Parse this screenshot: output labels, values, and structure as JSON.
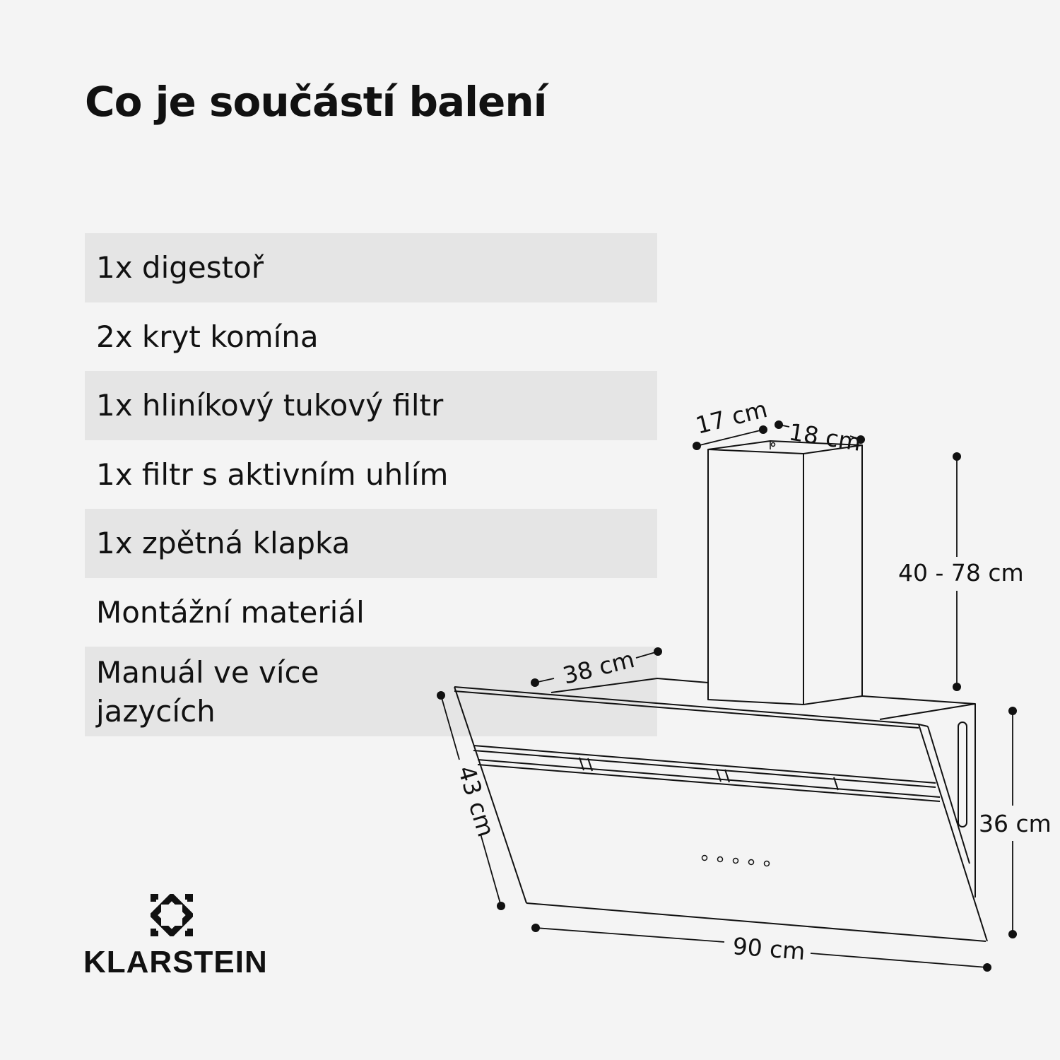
{
  "title": "Co je součástí balení",
  "items": [
    {
      "label": "1x digestoř",
      "shaded": true
    },
    {
      "label": "2x kryt komína",
      "shaded": false
    },
    {
      "label": "1x hliníkový tukový filtr",
      "shaded": true
    },
    {
      "label": "1x filtr s aktivním uhlím",
      "shaded": false
    },
    {
      "label": "1x zpětná klapka",
      "shaded": true
    },
    {
      "label": "Montážní materiál",
      "shaded": false
    },
    {
      "label": "Manuál ve více jazycích",
      "shaded": true
    }
  ],
  "dimensions": {
    "chimney_depth": "17 cm",
    "chimney_width": "18 cm",
    "chimney_height": "40 - 78 cm",
    "hood_top_depth": "38 cm",
    "hood_front_depth": "43 cm",
    "hood_height": "36 cm",
    "hood_width": "90 cm"
  },
  "brand": {
    "name": "KLARSTEIN",
    "logo_icon": "klarstein-logo-icon"
  },
  "colors": {
    "background": "#f4f4f4",
    "row_shade": "#e5e5e5",
    "ink": "#111111"
  }
}
